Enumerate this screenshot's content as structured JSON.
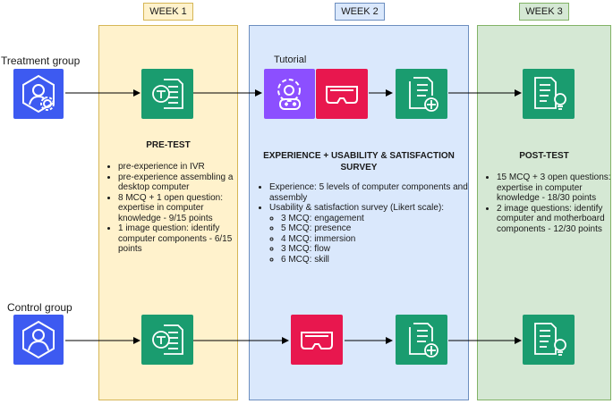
{
  "weeks": [
    "WEEK 1",
    "WEEK 2",
    "WEEK 3"
  ],
  "colors": {
    "week1_fill": "#fff2cc",
    "week1_border": "#d6b656",
    "week2_fill": "#dae8fc",
    "week2_border": "#6c8ebf",
    "week3_fill": "#d5e8d4",
    "week3_border": "#82b366",
    "group_icon": "#3d5af1",
    "doc_icon": "#1a9c6f",
    "tutorial_icon": "#8c4fff",
    "vr_icon": "#e8174e"
  },
  "groups": {
    "treatment": "Treatment group",
    "control": "Control group"
  },
  "tutorial_label": "Tutorial",
  "week1": {
    "title": "PRE-TEST",
    "bullets": [
      "pre-experience in IVR",
      "pre-experience assembling a desktop computer",
      "8 MCQ + 1 open question: expertise in computer knowledge - 9/15 points",
      "1 image question: identify computer components - 6/15 points"
    ]
  },
  "week2": {
    "title": "EXPERIENCE + USABILITY & SATISFACTION SURVEY",
    "bullets": [
      "Experience: 5 levels of computer components and assembly",
      "Usability & satisfaction survey (Likert scale):"
    ],
    "sub_bullets": [
      "3 MCQ: engagement",
      "5 MCQ: presence",
      "4 MCQ: immersion",
      "3 MCQ: flow",
      "6 MCQ: skill"
    ]
  },
  "week3": {
    "title": "POST-TEST",
    "bullets": [
      "15 MCQ + 3 open questions: expertise in computer knowledge - 18/30 points",
      "2 image questions: identify computer and motherboard components - 12/30 points"
    ]
  },
  "icons": {
    "treatment_group": "user-settings-icon",
    "control_group": "user-icon",
    "pretest_doc": "document-test-icon",
    "tutorial": "gear-gamepad-icon",
    "vr_headset": "vr-headset-icon",
    "survey_doc": "document-plus-icon",
    "posttest_doc": "document-lightbulb-icon"
  }
}
